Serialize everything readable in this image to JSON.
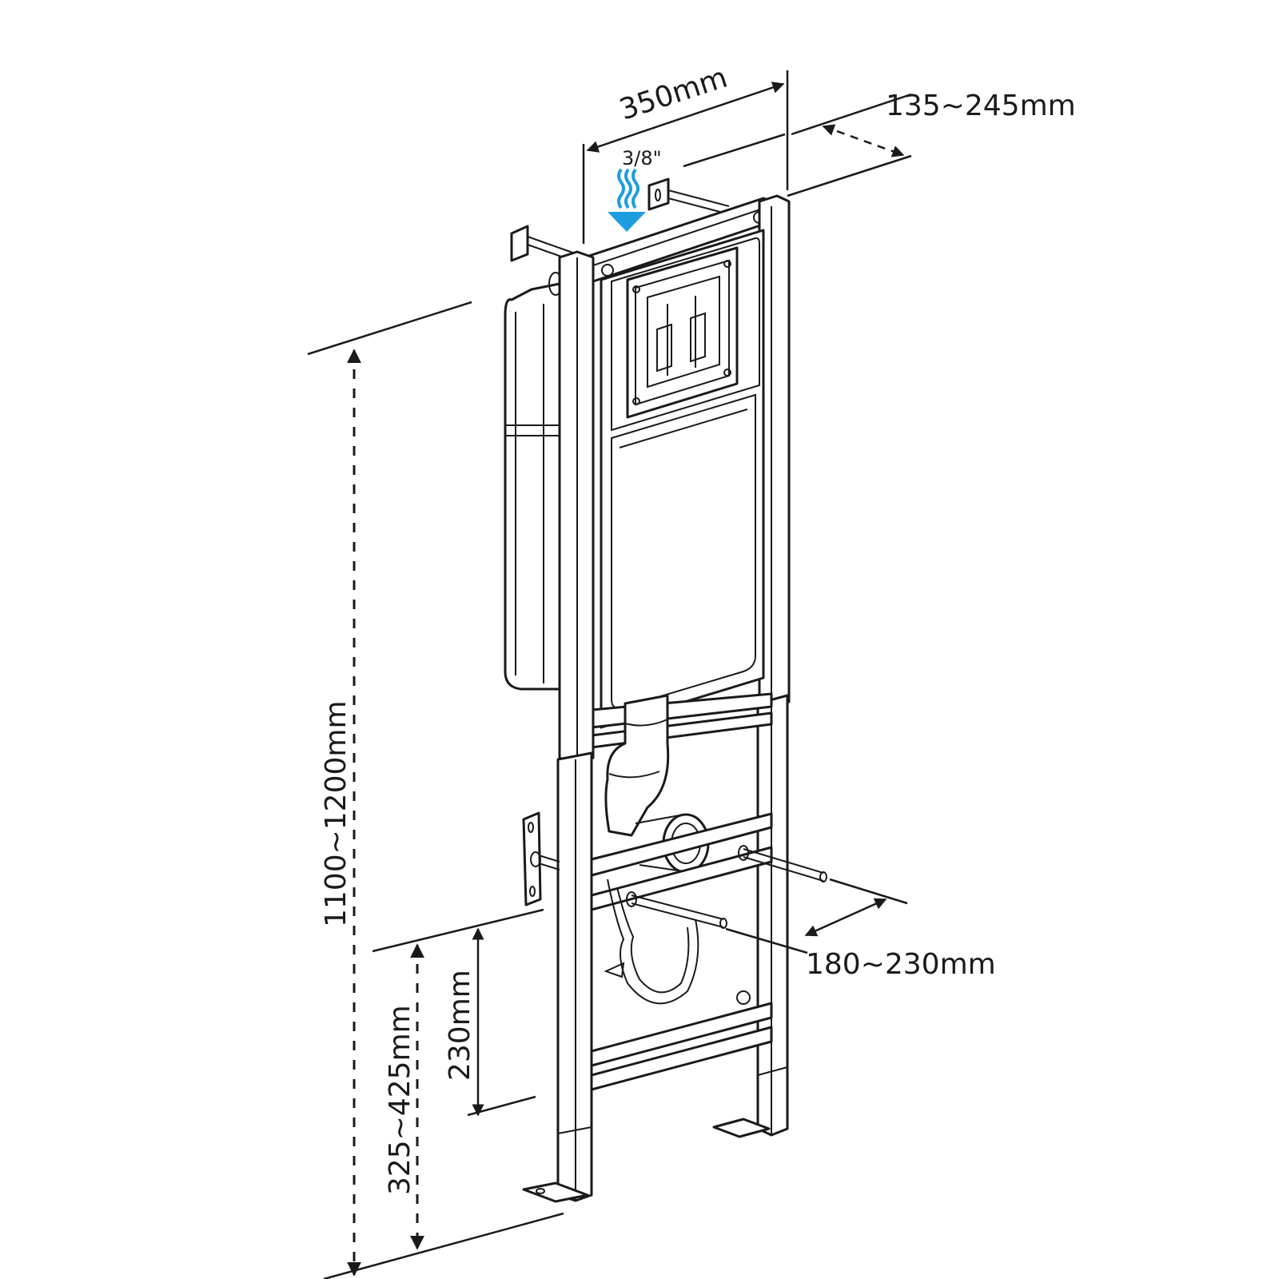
{
  "dimensions": {
    "width": "350mm",
    "depth": "135~245mm",
    "inlet": "3/8\"",
    "height": "1100~1200mm",
    "bolt_spacing": "180~230mm",
    "outlet_height": "230mm",
    "bolt_height": "325~425mm"
  },
  "colors": {
    "line": "#1a1a1a",
    "water_arrow": "#1e9ee0"
  },
  "icons": {
    "water_inlet": "water-arrow-icon"
  }
}
